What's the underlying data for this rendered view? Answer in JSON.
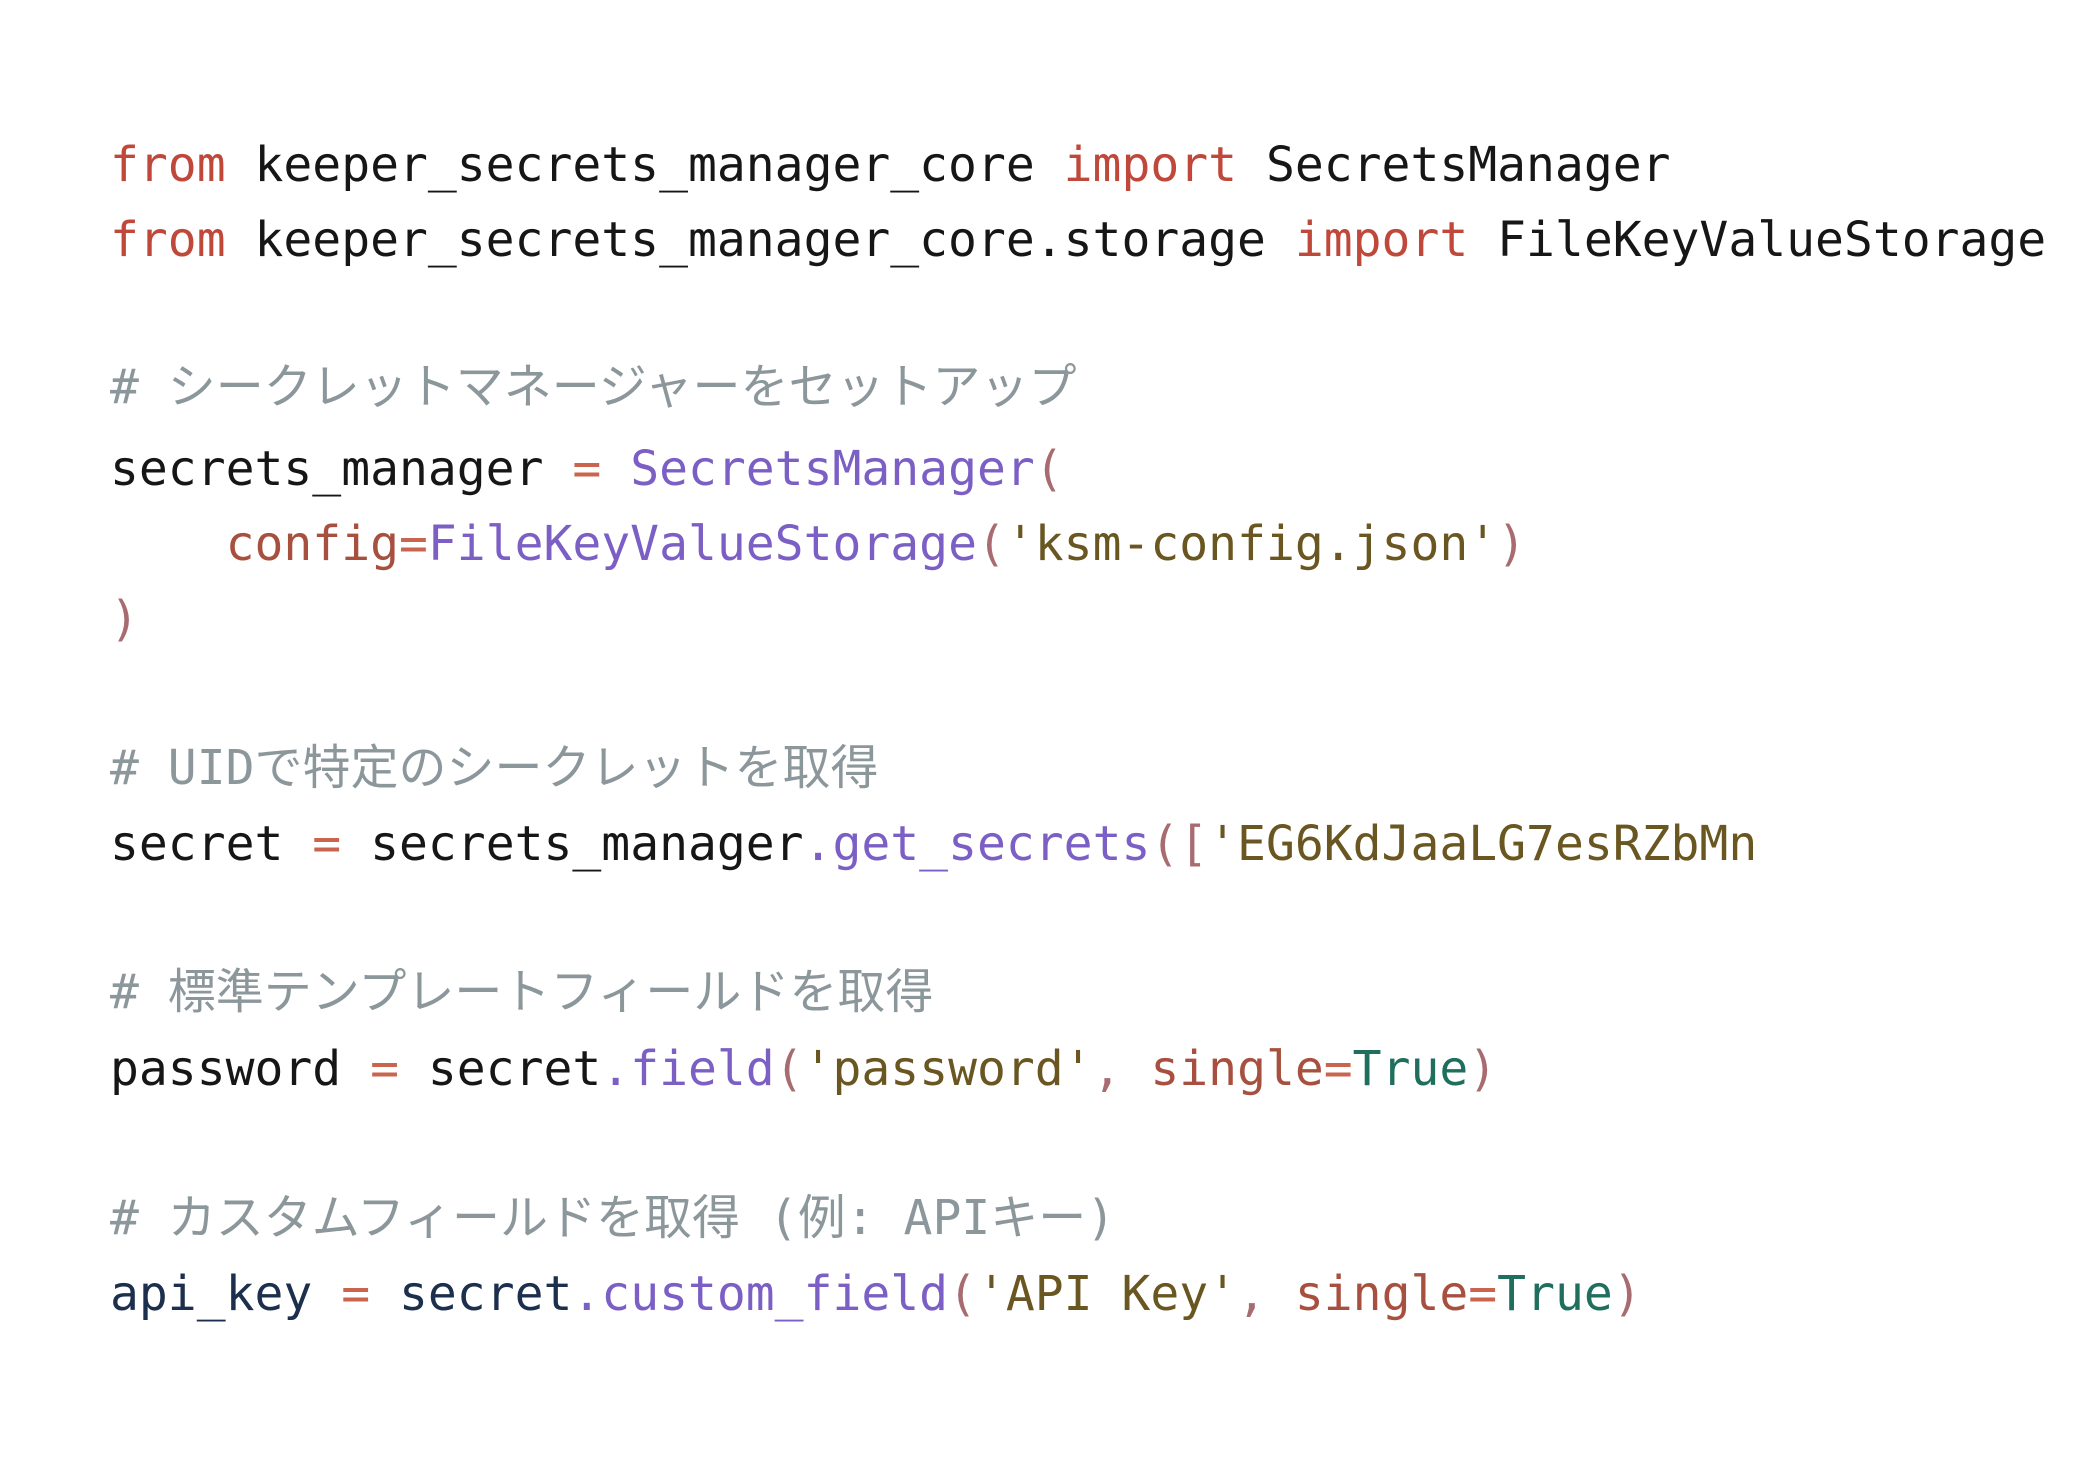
{
  "code_lines": [
    {
      "tokens": [
        {
          "t": "kw",
          "text": "from"
        },
        {
          "t": "plain",
          "text": " keeper_secrets_manager_core "
        },
        {
          "t": "kw",
          "text": "import"
        },
        {
          "t": "plain",
          "text": " SecretsManager"
        }
      ]
    },
    {
      "tokens": [
        {
          "t": "kw",
          "text": "from"
        },
        {
          "t": "plain",
          "text": " keeper_secrets_manager_core.storage "
        },
        {
          "t": "kw",
          "text": "import"
        },
        {
          "t": "plain",
          "text": " FileKeyValueStorage"
        }
      ]
    },
    {
      "tokens": [
        {
          "t": "comment",
          "text": "# シークレットマネージャーをセットアップ"
        }
      ]
    },
    {
      "tokens": [
        {
          "t": "plain",
          "text": "secrets_manager "
        },
        {
          "t": "op",
          "text": "="
        },
        {
          "t": "plain",
          "text": " "
        },
        {
          "t": "cls",
          "text": "SecretsManager"
        },
        {
          "t": "paren",
          "text": "("
        }
      ]
    },
    {
      "tokens": [
        {
          "t": "plain",
          "text": "    "
        },
        {
          "t": "param",
          "text": "config"
        },
        {
          "t": "op",
          "text": "="
        },
        {
          "t": "cls",
          "text": "FileKeyValueStorage"
        },
        {
          "t": "paren",
          "text": "("
        },
        {
          "t": "str",
          "text": "'ksm-config.json'"
        },
        {
          "t": "paren",
          "text": ")"
        }
      ]
    },
    {
      "tokens": [
        {
          "t": "paren",
          "text": ")"
        }
      ]
    },
    {
      "tokens": [
        {
          "t": "comment",
          "text": "# UIDで特定のシークレットを取得"
        }
      ]
    },
    {
      "tokens": [
        {
          "t": "plain",
          "text": "secret "
        },
        {
          "t": "op",
          "text": "="
        },
        {
          "t": "plain",
          "text": " secrets_manager"
        },
        {
          "t": "cls",
          "text": ".get_secrets"
        },
        {
          "t": "paren",
          "text": "(["
        },
        {
          "t": "str",
          "text": "'EG6KdJaaLG7esRZbMn"
        }
      ]
    },
    {
      "tokens": [
        {
          "t": "comment",
          "text": "# 標準テンプレートフィールドを取得"
        }
      ]
    },
    {
      "tokens": [
        {
          "t": "plain",
          "text": "password "
        },
        {
          "t": "op",
          "text": "="
        },
        {
          "t": "plain",
          "text": " secret"
        },
        {
          "t": "cls",
          "text": ".field"
        },
        {
          "t": "paren",
          "text": "("
        },
        {
          "t": "str",
          "text": "'password'"
        },
        {
          "t": "paren",
          "text": ", "
        },
        {
          "t": "param",
          "text": "single"
        },
        {
          "t": "op",
          "text": "="
        },
        {
          "t": "bool",
          "text": "True"
        },
        {
          "t": "paren",
          "text": ")"
        }
      ]
    },
    {
      "tokens": [
        {
          "t": "comment",
          "text": "# カスタムフィールドを取得 (例: APIキー)"
        }
      ]
    },
    {
      "tokens": [
        {
          "t": "navy",
          "text": "api_key "
        },
        {
          "t": "op",
          "text": "="
        },
        {
          "t": "navy",
          "text": " secret"
        },
        {
          "t": "cls",
          "text": ".custom_field"
        },
        {
          "t": "paren",
          "text": "("
        },
        {
          "t": "str",
          "text": "'API Key'"
        },
        {
          "t": "paren",
          "text": ", "
        },
        {
          "t": "param",
          "text": "single"
        },
        {
          "t": "op",
          "text": "="
        },
        {
          "t": "bool",
          "text": "True"
        },
        {
          "t": "paren",
          "text": ")"
        }
      ]
    }
  ]
}
